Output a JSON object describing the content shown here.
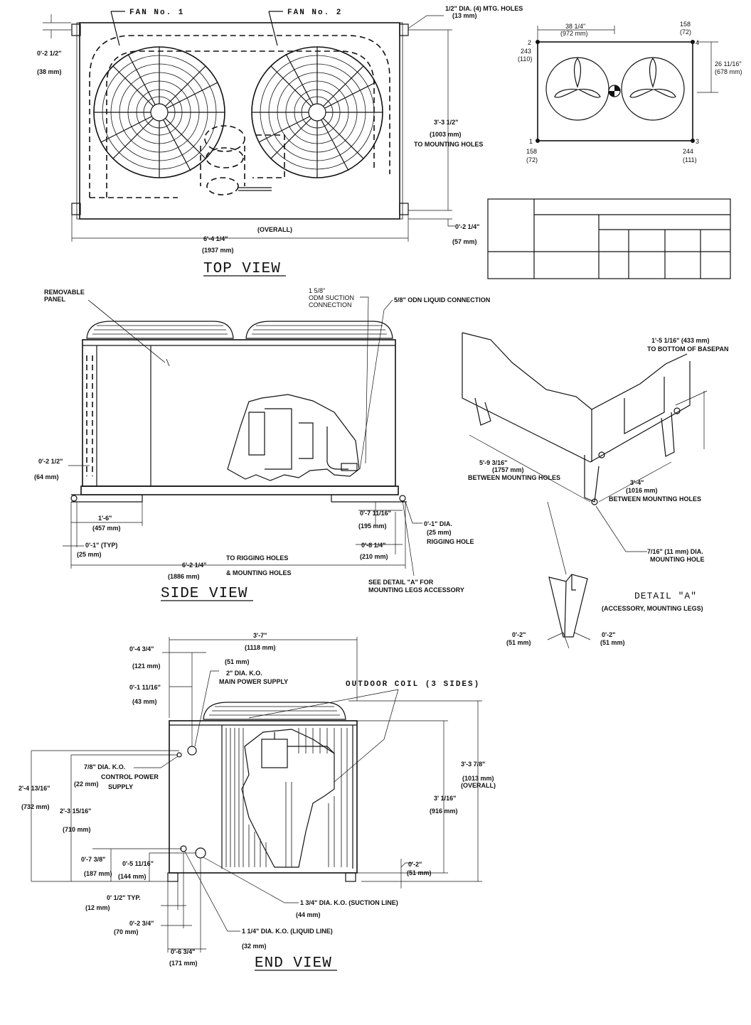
{
  "top_view": {
    "title": "TOP VIEW",
    "fan1": "FAN No. 1",
    "fan2": "FAN No. 2",
    "mtg_holes": "1/2\" DIA. (4) MTG. HOLES",
    "mtg_holes_mm": "(13 mm)",
    "left_dim": "0'-2 1/2\"",
    "left_dim_mm": "(38 mm)",
    "height_dim": "3'-3 1/2\"",
    "height_dim_mm": "(1003 mm)",
    "height_note": "TO MOUNTING HOLES",
    "bottom_right_dim": "0'-2 1/4\"",
    "bottom_right_mm": "(57 mm)",
    "overall_dim": "6'-4 1/4\"",
    "overall_note": "(OVERALL)",
    "overall_mm": "(1937 mm)"
  },
  "corner_weights": {
    "width_dim": "38 1/4\"",
    "width_mm": "(972 mm)",
    "depth_dim": "26 11/16\"",
    "depth_mm": "(678 mm)",
    "corners": [
      {
        "num": "1",
        "lb": "158",
        "kg": "(72)"
      },
      {
        "num": "2",
        "lb": "243",
        "kg": "(110)"
      },
      {
        "num": "3",
        "lb": "244",
        "kg": "(111)"
      },
      {
        "num": "4",
        "lb": "158",
        "kg": "(72)"
      }
    ]
  },
  "side_view": {
    "title": "SIDE VIEW",
    "removable_panel": "REMOVABLE",
    "removable_panel2": "PANEL",
    "suction_conn": "1 5/8\"",
    "suction_conn2": "ODM SUCTION",
    "suction_conn3": "CONNECTION",
    "liquid_conn": "5/8\" ODN LIQUID CONNECTION",
    "left_dim": "0'-2 1/2\"",
    "left_dim_mm": "(64 mm)",
    "rig_dim": "1'-6\"",
    "rig_dim_mm": "(457 mm)",
    "typ_dim": "0'-1\" (TYP)",
    "typ_dim_mm": "(25 mm)",
    "overall_dim": "6'-2 1/4\"",
    "overall_note": "TO RIGGING HOLES",
    "overall_note2": "& MOUNTING HOLES",
    "overall_mm": "(1886 mm)",
    "d195": "0'-7 11/16\"",
    "d195_mm": "(195 mm)",
    "d210": "0'-8 1/4\"",
    "d210_mm": "(210 mm)",
    "rig_hole": "0'-1\" DIA.",
    "rig_hole_mm": "(25 mm)",
    "rig_hole_note": "RIGGING HOLE",
    "detail_ref": "SEE DETAIL \"A\" FOR",
    "detail_ref2": "MOUNTING LEGS ACCESSORY"
  },
  "detail_a": {
    "title": "DETAIL \"A\"",
    "subtitle": "(ACCESSORY, MOUNTING LEGS)",
    "basepan_dim": "1'-5 1/16\" (433 mm)",
    "basepan_note": "TO BOTTOM OF BASEPAN",
    "long_dim": "5'-9 3/16\"",
    "long_mm": "(1757 mm)",
    "long_note": "BETWEEN MOUNTING HOLES",
    "short_dim": "3'-4\"",
    "short_mm": "(1016 mm)",
    "short_note": "BETWEEN MOUNTING HOLES",
    "hole": "7/16\" (11 mm) DIA.",
    "hole_note": "MOUNTING HOLE",
    "leg_left": "0'-2\"",
    "leg_left_mm": "(51 mm)",
    "leg_right": "0'-2\"",
    "leg_right_mm": "(51 mm)"
  },
  "end_view": {
    "title": "END VIEW",
    "coil": "OUTDOOR COIL (3 SIDES)",
    "width_dim": "3'-7\"",
    "width_mm": "(1118 mm)",
    "d121": "0'-4 3/4\"",
    "d121_mm": "(121 mm)",
    "d51": "(51 mm)",
    "ko_main": "2\" DIA. K.O.",
    "ko_main2": "MAIN POWER SUPPLY",
    "d43": "0'-1 11/16\"",
    "d43_mm": "(43 mm)",
    "ko_ctrl": "7/8\" DIA. K.O.",
    "ko_ctrl2": "CONTROL POWER",
    "ko_ctrl3": "SUPPLY",
    "ko_ctrl_mm": "(22 mm)",
    "d732": "2'-4 13/16\"",
    "d732_mm": "(732 mm)",
    "d710": "2'-3 15/16\"",
    "d710_mm": "(710 mm)",
    "d187": "0'-7 3/8\"",
    "d187_mm": "(187 mm)",
    "d144": "0'-5 11/16\"",
    "d144_mm": "(144 mm)",
    "d12": "0' 1/2\" TYP.",
    "d12_mm": "(12 mm)",
    "d70": "0'-2 3/4\"",
    "d70_mm": "(70 mm)",
    "d171": "0'-6 3/4\"",
    "d171_mm": "(171 mm)",
    "overall_h": "3'-3 7/8\"",
    "overall_h_mm": "(1013 mm)",
    "overall_h_note": "(OVERALL)",
    "coil_h": "3' 1/16\"",
    "coil_h_mm": "(916 mm)",
    "d51b": "0'-2\"",
    "d51b_mm": "(51 mm)",
    "suction": "1 3/4\" DIA. K.O. (SUCTION LINE)",
    "suction_mm": "(44 mm)",
    "liquid": "1 1/4\" DIA. K.O. (LIQUID LINE)",
    "liquid_mm": "(32 mm)"
  }
}
